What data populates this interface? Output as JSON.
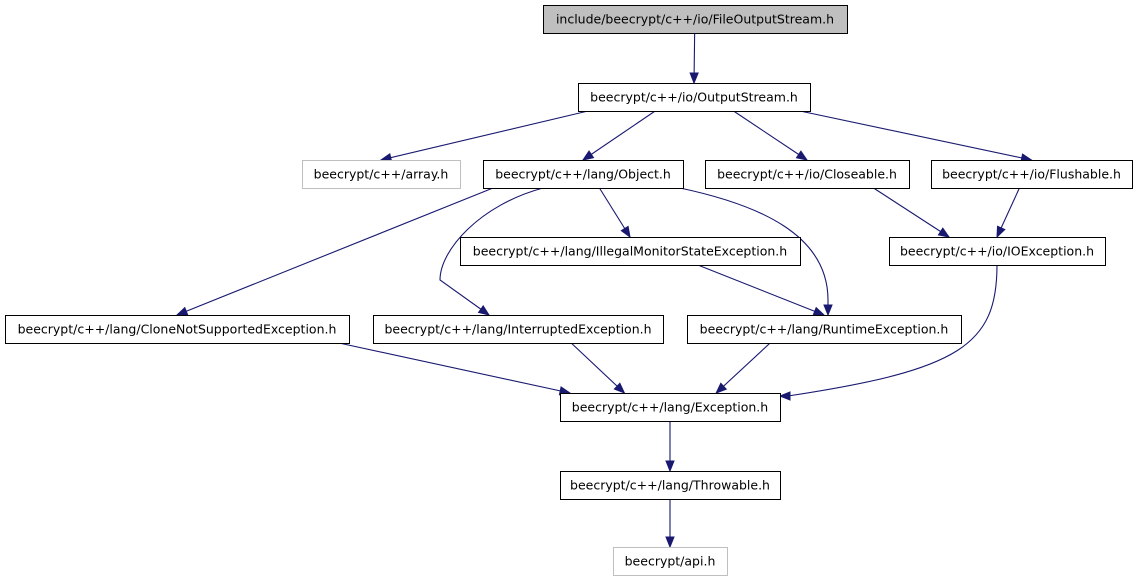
{
  "nodes": {
    "file_output_stream": {
      "label": "include/beecrypt/c++/io/FileOutputStream.h",
      "role": "root"
    },
    "output_stream": {
      "label": "beecrypt/c++/io/OutputStream.h",
      "role": "normal"
    },
    "array": {
      "label": "beecrypt/c++/array.h",
      "role": "external"
    },
    "object": {
      "label": "beecrypt/c++/lang/Object.h",
      "role": "normal"
    },
    "closeable": {
      "label": "beecrypt/c++/io/Closeable.h",
      "role": "normal"
    },
    "flushable": {
      "label": "beecrypt/c++/io/Flushable.h",
      "role": "normal"
    },
    "illegal_monitor": {
      "label": "beecrypt/c++/lang/IllegalMonitorStateException.h",
      "role": "normal"
    },
    "io_exception": {
      "label": "beecrypt/c++/io/IOException.h",
      "role": "normal"
    },
    "clone_not_supported": {
      "label": "beecrypt/c++/lang/CloneNotSupportedException.h",
      "role": "normal"
    },
    "interrupted": {
      "label": "beecrypt/c++/lang/InterruptedException.h",
      "role": "normal"
    },
    "runtime": {
      "label": "beecrypt/c++/lang/RuntimeException.h",
      "role": "normal"
    },
    "exception": {
      "label": "beecrypt/c++/lang/Exception.h",
      "role": "normal"
    },
    "throwable": {
      "label": "beecrypt/c++/lang/Throwable.h",
      "role": "normal"
    },
    "api": {
      "label": "beecrypt/api.h",
      "role": "external"
    }
  },
  "edges": [
    [
      "file_output_stream",
      "output_stream"
    ],
    [
      "output_stream",
      "array"
    ],
    [
      "output_stream",
      "object"
    ],
    [
      "output_stream",
      "closeable"
    ],
    [
      "output_stream",
      "flushable"
    ],
    [
      "object",
      "clone_not_supported"
    ],
    [
      "object",
      "interrupted"
    ],
    [
      "object",
      "illegal_monitor"
    ],
    [
      "object",
      "runtime"
    ],
    [
      "illegal_monitor",
      "runtime"
    ],
    [
      "closeable",
      "io_exception"
    ],
    [
      "flushable",
      "io_exception"
    ],
    [
      "clone_not_supported",
      "exception"
    ],
    [
      "interrupted",
      "exception"
    ],
    [
      "runtime",
      "exception"
    ],
    [
      "io_exception",
      "exception"
    ],
    [
      "exception",
      "throwable"
    ],
    [
      "throwable",
      "api"
    ]
  ],
  "colors": {
    "edge": "#191970",
    "root_fill": "#bfbfbf",
    "node_border": "#000000",
    "external_border": "#bfbfbf"
  }
}
